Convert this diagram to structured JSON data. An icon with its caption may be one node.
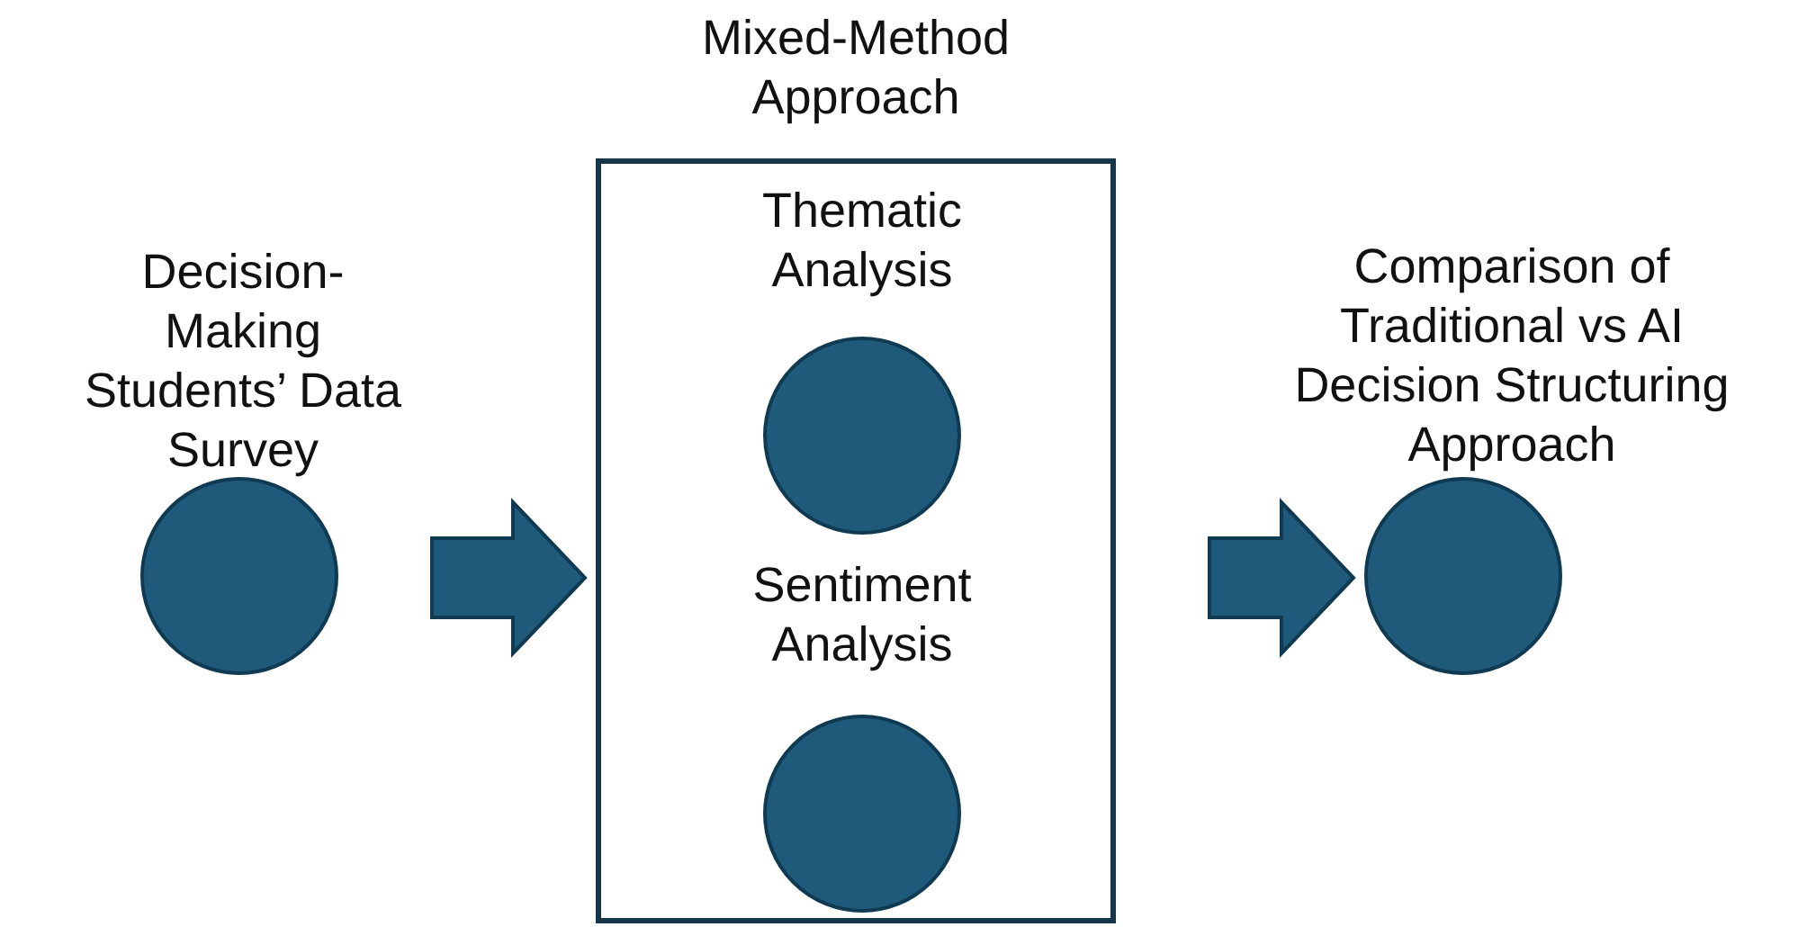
{
  "diagram": {
    "nodes": [
      {
        "text": [
          "Decision-Making Students’ Data Survey"
        ]
      },
      {
        "text": [
          "Mixed-Method Approach"
        ]
      },
      {
        "text": [
          "Thematic Analysis"
        ],
        "in": 1
      },
      {
        "text": [
          "Sentiment Analysis"
        ],
        "in": 1
      },
      {
        "text": [
          "Comparison of Traditional vs AI Decision Structuring Approach"
        ]
      }
    ],
    "edges": [
      {
        "from": 0,
        "to": 1,
        "arrow": "to",
        "style": "thick"
      },
      {
        "from": 1,
        "to": 4,
        "arrow": "to",
        "style": "thick"
      }
    ]
  }
}
